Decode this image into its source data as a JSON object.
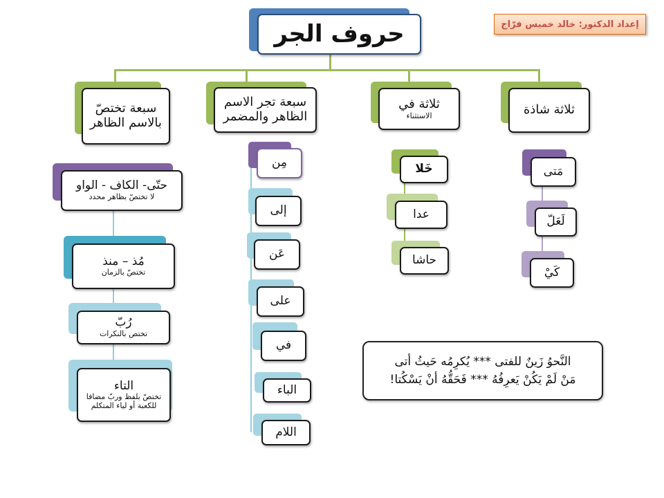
{
  "title": "حروف الجر",
  "credit": "إعداد الدكتور: خالد خميس فرّاج",
  "colors": {
    "blue": "#4f81bd",
    "green": "#9bbb59",
    "purple": "#8064a2",
    "cyan": "#4bacc6",
    "credit_text": "#c0504d"
  },
  "groups": {
    "g1": {
      "label": "سبعة تختصّ بالاسم الظاهر"
    },
    "g2": {
      "label": "سبعة تجر الاسم الظاهر والمضمر"
    },
    "g3": {
      "label": "ثلاثة في",
      "sub": "الاستثناء"
    },
    "g4": {
      "label": "ثلاثة شاذة"
    }
  },
  "g1_items": [
    {
      "label": "حتّى- الكاف - الواو",
      "note": "لا تختصّ بظاهر محدد"
    },
    {
      "label": "مُذ – منذ",
      "note": "تختصّ بالزمان"
    },
    {
      "label": "رُبّ",
      "note": "تختص بالنكرات"
    },
    {
      "label": "التاء",
      "note": "تختصّ بلفظ وربّ مضافا للكعبة أو لياء المتكلم"
    }
  ],
  "g2_items": [
    "مِن",
    "إلى",
    "عَن",
    "على",
    "في",
    "الباء",
    "اللام"
  ],
  "g3_items": [
    "خَلا",
    "عدا",
    "حاشا"
  ],
  "g4_items": [
    "مَتى",
    "لَعَلّ",
    "كَيْ"
  ],
  "poem": {
    "line1": "النَّحوُ زَينٌ للفتى *** يُكرِمُه حَيثُ أتى",
    "line2": "مَنْ لَمْ يَكُنْ يَعرِفُهُ *** فَحَقُّهُ أنْ يَسْكُتا!"
  }
}
